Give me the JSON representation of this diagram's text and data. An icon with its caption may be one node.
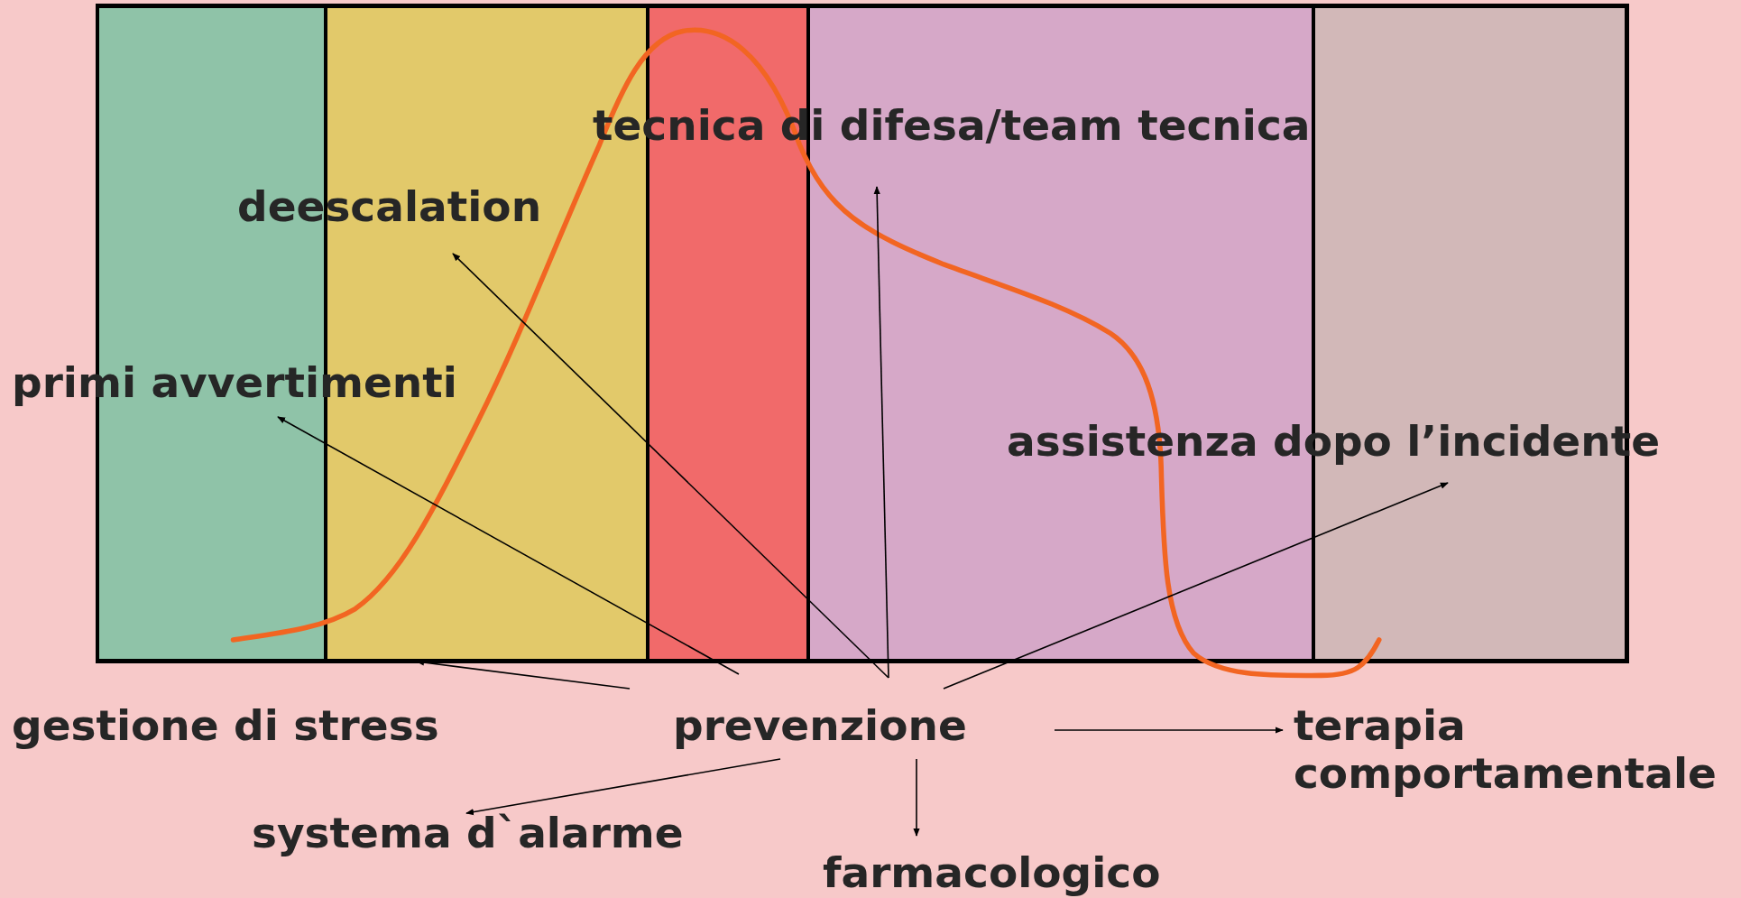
{
  "diagram": {
    "nodes": [
      {
        "text": [
          "tecnica di difesa/team tecnica"
        ]
      },
      {
        "text": [
          "deescalation"
        ]
      },
      {
        "text": [
          "primi avvertimenti"
        ]
      },
      {
        "text": [
          "assistenza dopo l’incidente"
        ]
      },
      {
        "text": [
          "gestione di stress"
        ]
      },
      {
        "text": [
          "prevenzione"
        ]
      },
      {
        "text": [
          "terapia comportamentale"
        ]
      },
      {
        "text": [
          "systema d`alarme"
        ]
      },
      {
        "text": [
          "farmacologico"
        ]
      }
    ],
    "edges": [
      {
        "from": 5,
        "to": 2,
        "arrow": "to"
      },
      {
        "from": 5,
        "to": 1,
        "arrow": "to"
      },
      {
        "from": 5,
        "to": 0,
        "arrow": "to"
      },
      {
        "from": 5,
        "to": 3,
        "arrow": "to"
      },
      {
        "from": 5,
        "to": 4,
        "arrow": "to"
      },
      {
        "from": 5,
        "to": 7,
        "arrow": "to"
      },
      {
        "from": 5,
        "to": 8,
        "arrow": "to"
      },
      {
        "from": 5,
        "to": 6,
        "arrow": "to"
      }
    ]
  }
}
